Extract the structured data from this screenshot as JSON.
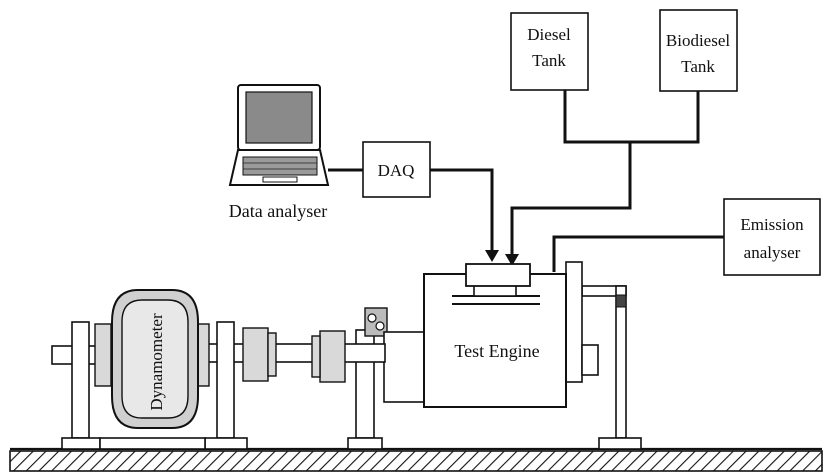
{
  "diagram": {
    "labels": {
      "diesel_tank": [
        "Diesel",
        "Tank"
      ],
      "biodiesel_tank": [
        "Biodiesel",
        "Tank"
      ],
      "daq": "DAQ",
      "data_analyser": "Data analyser",
      "emission_analyser": [
        "Emission",
        "analyser"
      ],
      "test_engine": "Test Engine",
      "dynamometer": "Dynamometer"
    }
  }
}
